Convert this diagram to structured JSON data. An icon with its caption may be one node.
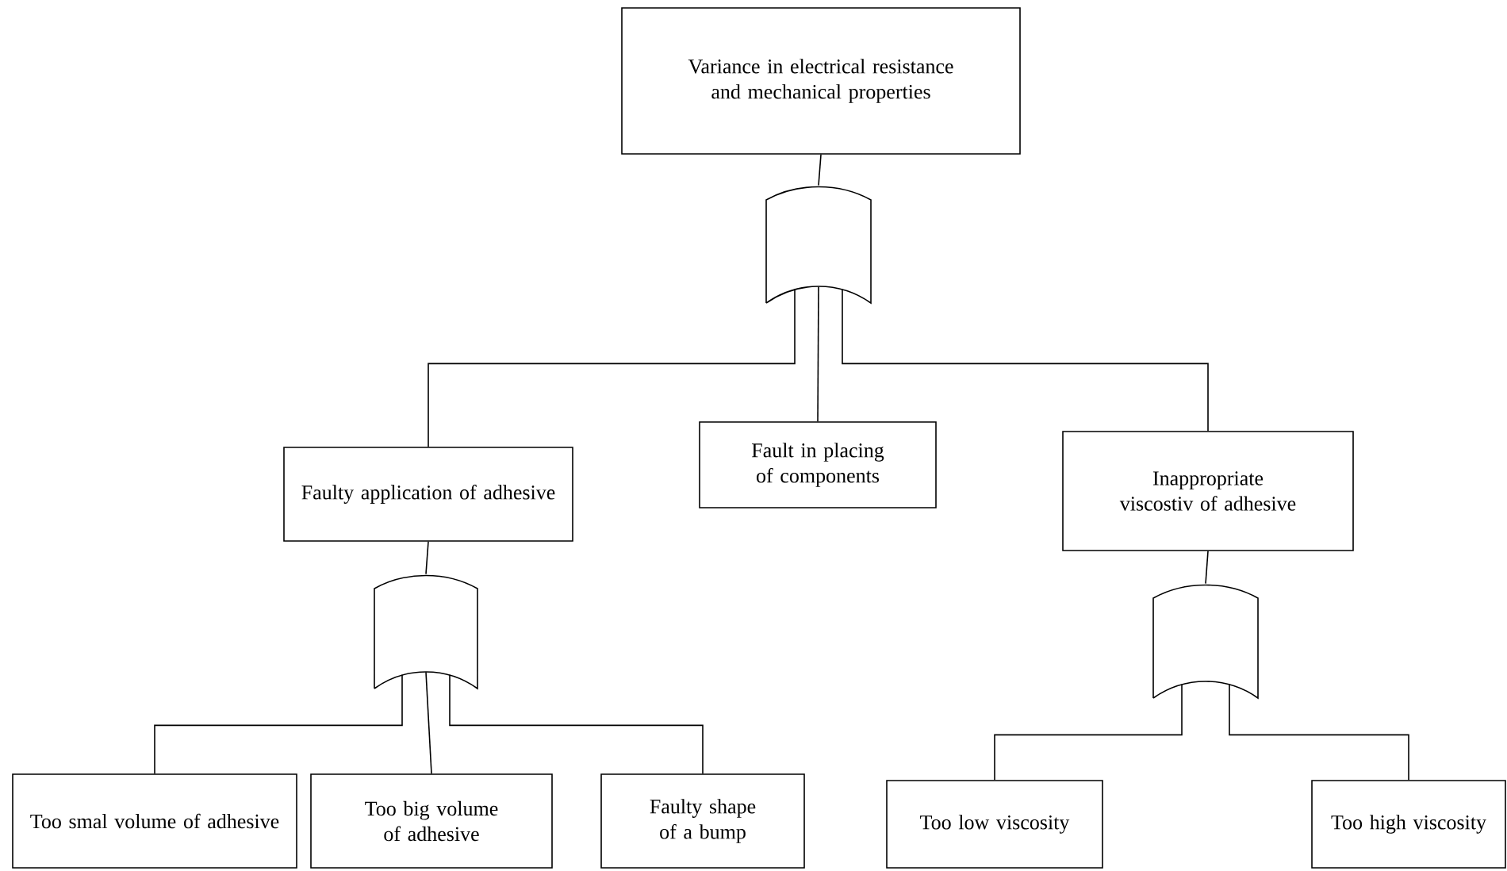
{
  "diagram": {
    "nodes": [
      {
        "text": [
          "Variance in electrical resistance and mechanical properties"
        ]
      },
      {
        "text": [],
        "shape": "gate"
      },
      {
        "text": [
          "Faulty application of adhesive"
        ]
      },
      {
        "text": [
          "Fault in placing of components"
        ]
      },
      {
        "text": [
          "Inappropriate viscostiv of adhesive"
        ]
      },
      {
        "text": [],
        "shape": "gate"
      },
      {
        "text": [],
        "shape": "gate"
      },
      {
        "text": [
          "Too smal volume of adhesive"
        ]
      },
      {
        "text": [
          "Too big volume of adhesive"
        ]
      },
      {
        "text": [
          "Faulty shape of a bump"
        ]
      },
      {
        "text": [
          "Too low viscosity"
        ]
      },
      {
        "text": [
          "Too high viscosity"
        ]
      }
    ],
    "edges": [
      {
        "from": 0,
        "to": 1,
        "arrow": "none"
      },
      {
        "from": 1,
        "to": 2,
        "arrow": "none"
      },
      {
        "from": 1,
        "to": 3,
        "arrow": "none"
      },
      {
        "from": 1,
        "to": 4,
        "arrow": "none"
      },
      {
        "from": 2,
        "to": 5,
        "arrow": "none"
      },
      {
        "from": 4,
        "to": 6,
        "arrow": "none"
      },
      {
        "from": 5,
        "to": 7,
        "arrow": "none"
      },
      {
        "from": 5,
        "to": 8,
        "arrow": "none"
      },
      {
        "from": 5,
        "to": 9,
        "arrow": "none"
      },
      {
        "from": 6,
        "to": 10,
        "arrow": "none"
      },
      {
        "from": 6,
        "to": 11,
        "arrow": "none"
      }
    ]
  }
}
